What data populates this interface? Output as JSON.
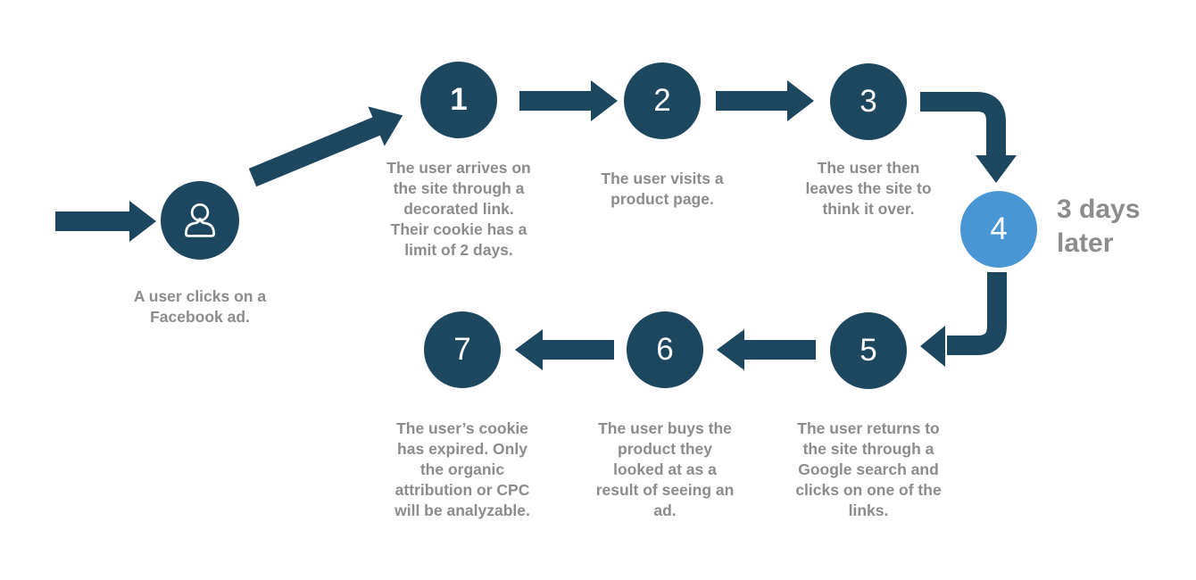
{
  "colors": {
    "navy": "#1d475f",
    "light_blue": "#4a96d4",
    "text_gray": "#8c8c8c",
    "number_white": "#fdfdfd"
  },
  "start": {
    "icon": "person-icon",
    "label": "A user clicks on a\nFacebook ad."
  },
  "annotation": "3 days\nlater",
  "steps": [
    {
      "number": "1",
      "label": "The user arrives on\nthe site through a\ndecorated link.\nTheir cookie has a\nlimit of 2 days."
    },
    {
      "number": "2",
      "label": "The user visits a\nproduct page."
    },
    {
      "number": "3",
      "label": "The user then\nleaves the site to\nthink it over."
    },
    {
      "number": "4",
      "label": "",
      "highlighted": true
    },
    {
      "number": "5",
      "label": "The user returns to\nthe site through a\nGoogle search and\nclicks on one of the\nlinks."
    },
    {
      "number": "6",
      "label": "The user buys the\nproduct they\nlooked at as a\nresult of seeing an\nad."
    },
    {
      "number": "7",
      "label": "The user’s cookie\nhas expired. Only\nthe organic\nattribution or CPC\nwill be analyzable."
    }
  ]
}
